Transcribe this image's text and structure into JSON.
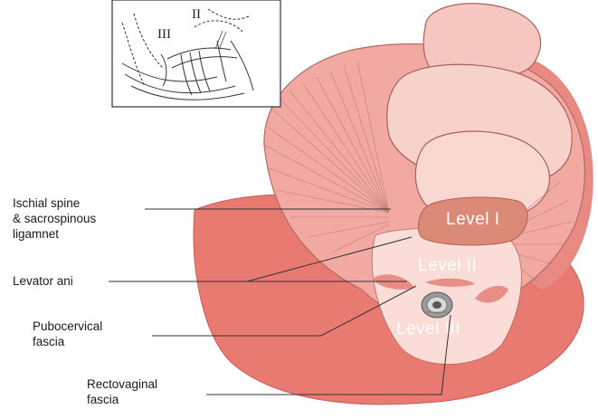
{
  "colors": {
    "tissue_outer": "#e87a72",
    "tissue_mid": "#f2a9a1",
    "tissue_light": "#f8cfc8",
    "level_one_fill": "#dc8a78",
    "fiber": "#b07070",
    "leader": "#333333"
  },
  "inset": {
    "level_three": "III",
    "level_two": "II"
  },
  "labels": {
    "ischial_spine": "Ischial spine\n& sacrospinous\nligamnet",
    "levator_ani": "Levator ani",
    "pubocervical": "Pubocervical\nfascia",
    "rectovaginal": "Rectovaginal\nfascia"
  },
  "levels": {
    "one": "Level I",
    "two": "Level II",
    "three": "Level III"
  }
}
